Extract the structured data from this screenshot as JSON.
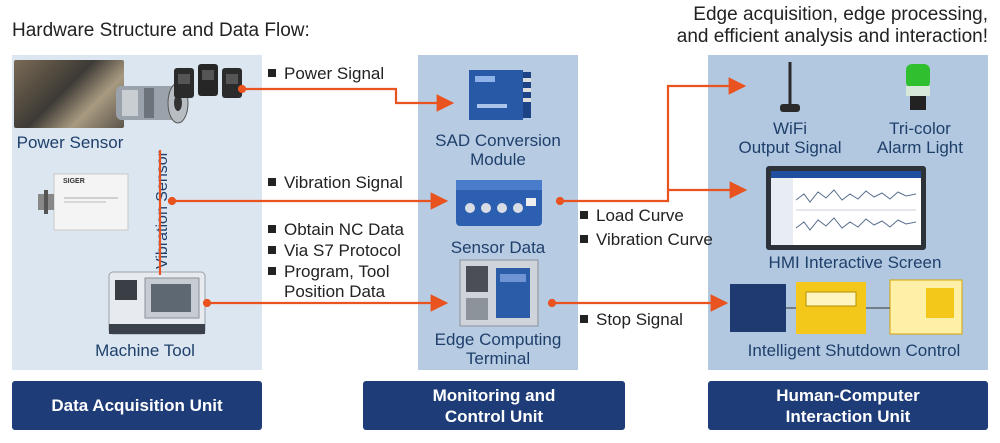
{
  "header": {
    "title": "Hardware Structure and Data Flow:",
    "tagline_line1": "Edge acquisition, edge processing,",
    "tagline_line2": "and efficient analysis and interaction!"
  },
  "acquisition": {
    "power_sensor": "Power Sensor",
    "vibration_sensor": "Vibration Sensor",
    "machine_tool": "Machine Tool",
    "siger_brand": "SIGER",
    "unit_label": "Data Acquisition Unit"
  },
  "signals": {
    "power": "Power Signal",
    "vibration": "Vibration Signal",
    "nc_data": "Obtain NC Data",
    "s7": "Via S7 Protocol",
    "program_line1": "Program, Tool",
    "program_line2": "Position Data",
    "load_curve": "Load Curve",
    "vibration_curve": "Vibration Curve",
    "stop": "Stop Signal"
  },
  "monitoring": {
    "sad_line1": "SAD Conversion",
    "sad_line2": "Module",
    "sensor_data": "Sensor Data",
    "edge_line1": "Edge Computing",
    "edge_line2": "Terminal",
    "unit_line1": "Monitoring and",
    "unit_line2": "Control Unit"
  },
  "hci": {
    "wifi_line1": "WiFi",
    "wifi_line2": "Output Signal",
    "alarm_line1": "Tri-color",
    "alarm_line2": "Alarm Light",
    "hmi": "HMI Interactive Screen",
    "shutdown": "Intelligent Shutdown Control",
    "unit_line1": "Human-Computer",
    "unit_line2": "Interaction Unit"
  },
  "colors": {
    "arrow": "#e8531f",
    "panel_left": "#dbe6f1",
    "panel_mid": "#b7cce3",
    "panel_right": "#b1c8e0",
    "unit_bar": "#1e3c78",
    "label_text": "#1f3f6b"
  }
}
